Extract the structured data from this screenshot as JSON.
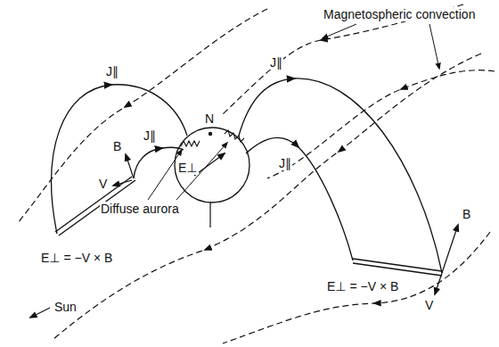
{
  "diagram": {
    "nodes": [
      {
        "text": [
          "N",
          "E⊥"
        ]
      }
    ],
    "labels": [
      "Magnetospheric convection",
      "J∥",
      "J∥",
      "J∥",
      "J∥",
      "B",
      "V",
      "E⊥ = −V × B",
      "B",
      "V",
      "E⊥ = −V × B",
      "Diffuse aurora",
      "Sun"
    ]
  }
}
